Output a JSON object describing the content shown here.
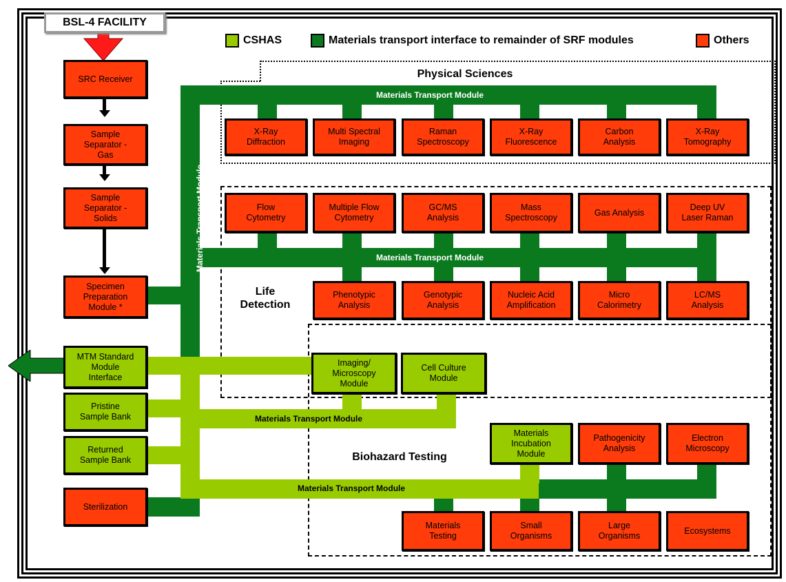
{
  "facility_label": "BSL-4 FACILITY",
  "legend": [
    {
      "label": "CSHAS",
      "color": "#99cc00"
    },
    {
      "label": "Materials transport interface to remainder of SRF modules",
      "color": "#0b7a1e"
    },
    {
      "label": "Others",
      "color": "#ff3c0a"
    }
  ],
  "regions": {
    "physical_sciences": "Physical Sciences",
    "life_detection": "Life\nDetection",
    "biohazard_testing": "Biohazard Testing"
  },
  "bus_label": "Materials Transport Module",
  "left_modules": {
    "src_receiver": "SRC Receiver",
    "separator_gas": "Sample\nSeparator -\nGas",
    "separator_solids": "Sample\nSeparator -\nSolids",
    "specimen_prep": "Specimen\nPreparation\nModule *",
    "mtm_interface": "MTM Standard\nModule\nInterface",
    "pristine_bank": "Pristine\nSample Bank",
    "returned_bank": "Returned\nSample Bank",
    "sterilization": "Sterilization"
  },
  "physical_sciences_modules": [
    "X-Ray\nDiffraction",
    "Multi Spectral\nImaging",
    "Raman\nSpectroscopy",
    "X-Ray\nFluorescence",
    "Carbon\nAnalysis",
    "X-Ray\nTomography"
  ],
  "life_detection_top": [
    "Flow\nCytometry",
    "Multiple Flow\nCytometry",
    "GC/MS\nAnalysis",
    "Mass\nSpectroscopy",
    "Gas Analysis",
    "Deep UV\nLaser Raman"
  ],
  "life_detection_bottom": [
    "Phenotypic\nAnalysis",
    "Genotypic\nAnalysis",
    "Nucleic Acid\nAmplification",
    "Micro\nCalorimetry",
    "LC/MS\nAnalysis"
  ],
  "imaging_modules": [
    "Imaging/\nMicroscopy\nModule",
    "Cell Culture\nModule"
  ],
  "biohazard_top": [
    "Materials\nIncubation\nModule",
    "Pathogenicity\nAnalysis",
    "Electron\nMicroscopy"
  ],
  "biohazard_bottom": [
    "Materials\nTesting",
    "Small\nOrganisms",
    "Large\nOrganisms",
    "Ecosystems"
  ]
}
